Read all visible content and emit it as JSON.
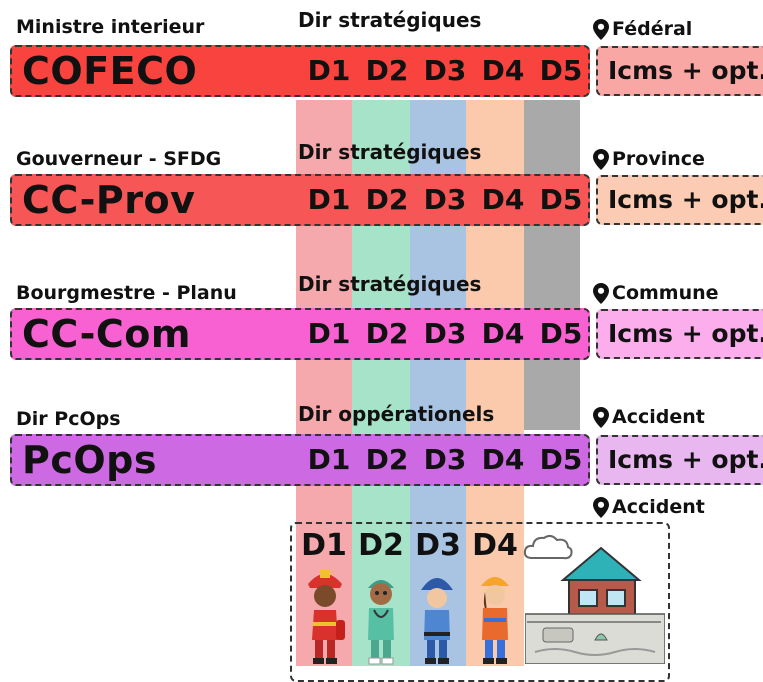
{
  "colors": {
    "d1": "#f6a9ac",
    "d2": "#a6e3c8",
    "d3": "#a9c4e3",
    "d4": "#fbc9ac",
    "d5": "#a9a9a9",
    "cofeco": "#f8433f",
    "ccprov": "#f65655",
    "cccom": "#f761d1",
    "pcops": "#cd6ae3"
  },
  "rows": [
    {
      "title": "Ministre interieur",
      "dir_label": "Dir stratégiques",
      "name": "COFECO",
      "location": "Fédéral",
      "icms": "Icms + opt."
    },
    {
      "title": "Gouverneur - SFDG",
      "dir_label": "Dir stratégiques",
      "name": "CC-Prov",
      "location": "Province",
      "icms": "Icms + opt."
    },
    {
      "title": "Bourgmestre - Planu",
      "dir_label": "Dir stratégiques",
      "name": "CC-Com",
      "location": "Commune",
      "icms": "Icms + opt."
    },
    {
      "title": "Dir PcOps",
      "dir_label": "Dir oppérationels",
      "name": "PcOps",
      "location": "Accident",
      "icms": "Icms + opt."
    }
  ],
  "disciplines": [
    "D1",
    "D2",
    "D3",
    "D4",
    "D5"
  ],
  "bottom": {
    "location": "Accident",
    "disciplines": [
      "D1",
      "D2",
      "D3",
      "D4"
    ]
  },
  "icons": [
    "location-pin-icon",
    "firefighter-icon",
    "medic-icon",
    "police-icon",
    "civil-protection-icon",
    "flooded-house-icon",
    "cloud-icon"
  ]
}
